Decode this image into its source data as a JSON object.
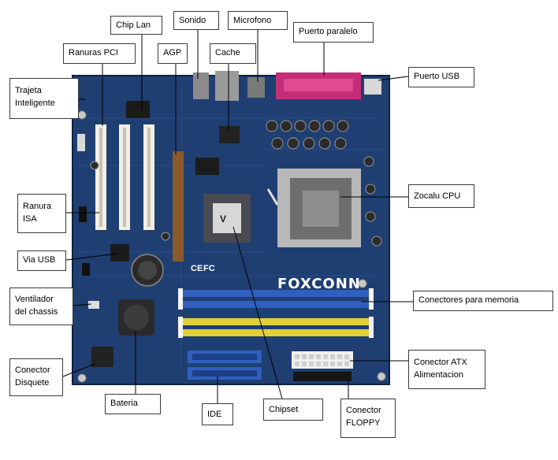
{
  "labels": {
    "chip_lan": "Chip Lan",
    "sonido": "Sonido",
    "microfono": "Microfono",
    "puerto_paralelo": "Puerto paralelo",
    "ranuras_pci": "Ranuras PCI",
    "agp": "AGP",
    "cache": "Cache",
    "puerto_usb": "Puerto USB",
    "tarjeta_inteligente": [
      "Trajeta",
      "Inteligente"
    ],
    "ranura_isa": [
      "Ranura",
      "ISA"
    ],
    "zocalo_cpu": "Zocalu CPU",
    "via_usb": "Via USB",
    "ventilador_chassis": [
      "Ventilador",
      "del chassis"
    ],
    "conectores_memoria": "Conectores para memoria",
    "conector_atx": [
      "Conector ATX",
      "Alimentacion"
    ],
    "conector_disquete": [
      "Conector",
      "Disquete"
    ],
    "bateria": "Bateria",
    "ide": "IDE",
    "chipset": "Chipset",
    "conector_floppy": [
      "Conector",
      "FLOPPY"
    ]
  },
  "board": {
    "brand": "FOXCONN",
    "fcc_mark": "FC",
    "ce_mark": "CE"
  },
  "colors": {
    "pcb": "#1f3f72",
    "pcb_dark": "#16305a",
    "dimm_blue": "#2f5fbf",
    "dimm_yellow": "#e3cf3a",
    "pci_white": "#f2efe6",
    "agp_brown": "#8a5a2a",
    "parallel_magenta": "#c42e76",
    "label_border": "#3a3a3a"
  }
}
